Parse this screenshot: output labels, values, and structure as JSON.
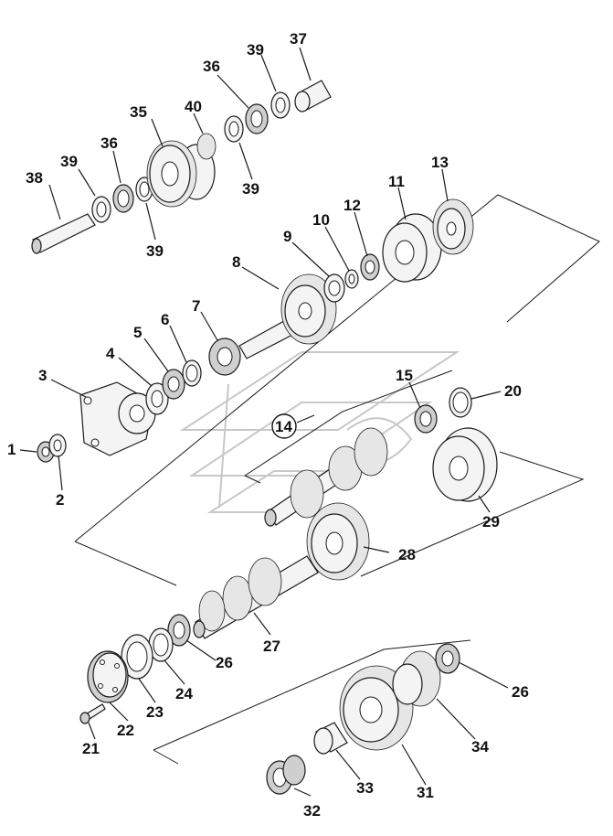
{
  "diagram": {
    "callouts": [
      {
        "id": "c1",
        "label": "1"
      },
      {
        "id": "c2",
        "label": "2"
      },
      {
        "id": "c3",
        "label": "3"
      },
      {
        "id": "c4",
        "label": "4"
      },
      {
        "id": "c5",
        "label": "5"
      },
      {
        "id": "c6",
        "label": "6"
      },
      {
        "id": "c7",
        "label": "7"
      },
      {
        "id": "c8",
        "label": "8"
      },
      {
        "id": "c9",
        "label": "9"
      },
      {
        "id": "c10",
        "label": "10"
      },
      {
        "id": "c11",
        "label": "11"
      },
      {
        "id": "c12",
        "label": "12"
      },
      {
        "id": "c13",
        "label": "13"
      },
      {
        "id": "c14",
        "label": "14"
      },
      {
        "id": "c15",
        "label": "15"
      },
      {
        "id": "c20",
        "label": "20"
      },
      {
        "id": "c21",
        "label": "21"
      },
      {
        "id": "c22",
        "label": "22"
      },
      {
        "id": "c23",
        "label": "23"
      },
      {
        "id": "c24",
        "label": "24"
      },
      {
        "id": "c26a",
        "label": "26"
      },
      {
        "id": "c26b",
        "label": "26"
      },
      {
        "id": "c27",
        "label": "27"
      },
      {
        "id": "c28",
        "label": "28"
      },
      {
        "id": "c29",
        "label": "29"
      },
      {
        "id": "c31",
        "label": "31"
      },
      {
        "id": "c32",
        "label": "32"
      },
      {
        "id": "c33",
        "label": "33"
      },
      {
        "id": "c34",
        "label": "34"
      },
      {
        "id": "c35",
        "label": "35"
      },
      {
        "id": "c36a",
        "label": "36"
      },
      {
        "id": "c36b",
        "label": "36"
      },
      {
        "id": "c37",
        "label": "37"
      },
      {
        "id": "c38",
        "label": "38"
      },
      {
        "id": "c39a",
        "label": "39"
      },
      {
        "id": "c39b",
        "label": "39"
      },
      {
        "id": "c39c",
        "label": "39"
      },
      {
        "id": "c39d",
        "label": "39"
      },
      {
        "id": "c40",
        "label": "40"
      }
    ]
  }
}
